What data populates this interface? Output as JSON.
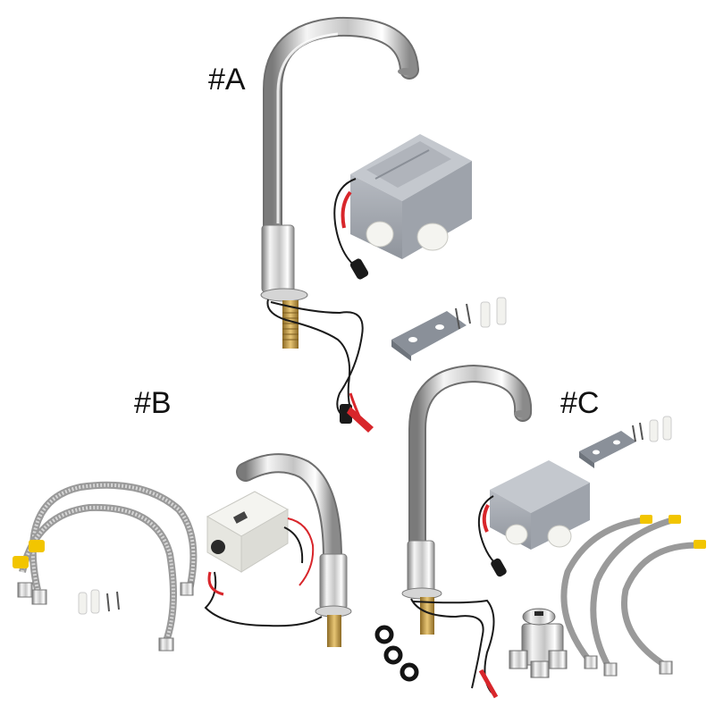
{
  "labels": {
    "set_a": "#A",
    "set_b": "#B",
    "set_c": "#C"
  },
  "colors": {
    "background": "#ffffff",
    "chrome_light": "#f2f2f2",
    "chrome_mid": "#bdbdbd",
    "chrome_dark": "#6e6e6e",
    "box_gray": "#9ea3ab",
    "box_dark": "#7d828a",
    "cap_white": "#f4f4f0",
    "wire_black": "#1a1a1a",
    "wire_red": "#d8262b",
    "brass": "#c9a04a",
    "hose_steel": "#b8b8b8",
    "clip_yellow": "#f2c500",
    "gasket_black": "#141414"
  }
}
